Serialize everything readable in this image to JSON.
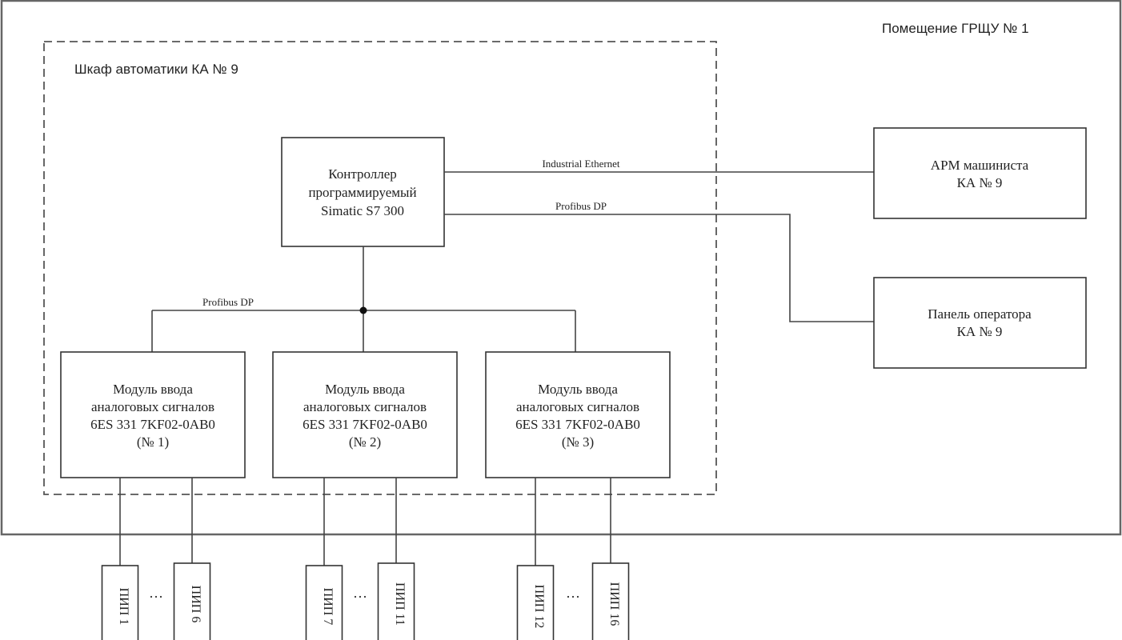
{
  "room": {
    "label": "Помещение ГРЩУ № 1"
  },
  "cabinet": {
    "label": "Шкаф автоматики КА № 9"
  },
  "controller": {
    "lines": [
      "Контроллер",
      "программируемый",
      "Simatic S7 300"
    ]
  },
  "links": {
    "ethernet": "Industrial Ethernet",
    "profibus_upper": "Profibus DP",
    "profibus_lower": "Profibus DP"
  },
  "workstation": {
    "lines": [
      "АРМ машиниста",
      "КА № 9"
    ]
  },
  "operator_panel": {
    "lines": [
      "Панель оператора",
      "КА № 9"
    ]
  },
  "modules": [
    {
      "lines": [
        "Модуль ввода",
        "аналоговых сигналов",
        "6ES 331 7KF02-0AB0",
        "(№ 1)"
      ]
    },
    {
      "lines": [
        "Модуль ввода",
        "аналоговых сигналов",
        "6ES 331 7KF02-0AB0",
        "(№ 2)"
      ]
    },
    {
      "lines": [
        "Модуль ввода",
        "аналоговых сигналов",
        "6ES 331 7KF02-0AB0",
        "(№ 3)"
      ]
    }
  ],
  "sensor_groups": [
    {
      "first": "ПИП 1",
      "last": "ПИП 6",
      "ellipsis": "···"
    },
    {
      "first": "ПИП 7",
      "last": "ПИП 11",
      "ellipsis": "···"
    },
    {
      "first": "ПИП 12",
      "last": "ПИП 16",
      "ellipsis": "···"
    }
  ]
}
